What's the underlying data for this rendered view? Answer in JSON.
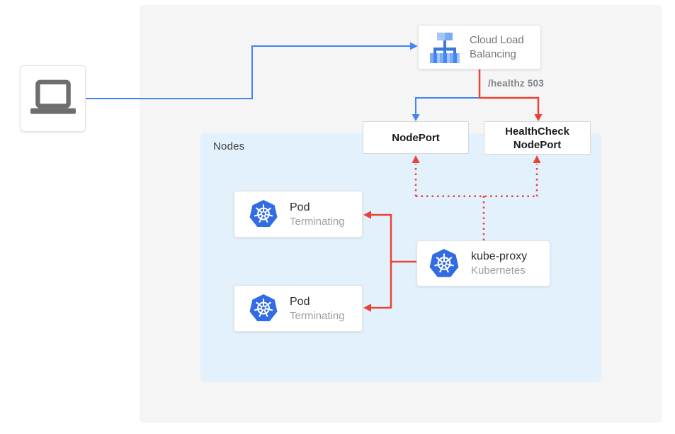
{
  "diagram": {
    "nodes_region_label": "Nodes",
    "healthz_label": "/healthz 503"
  },
  "client": {
    "icon": "laptop-icon"
  },
  "cloud_load_balancing": {
    "label": "Cloud Load Balancing",
    "icon": "load-balancer-icon"
  },
  "nodeport": {
    "label": "NodePort"
  },
  "healthcheck_nodeport": {
    "label": "HealthCheck NodePort"
  },
  "pods": [
    {
      "title": "Pod",
      "status": "Terminating",
      "icon": "kubernetes-icon"
    },
    {
      "title": "Pod",
      "status": "Terminating",
      "icon": "kubernetes-icon"
    }
  ],
  "kube_proxy": {
    "title": "kube-proxy",
    "subtitle": "Kubernetes",
    "icon": "kubernetes-icon"
  },
  "colors": {
    "traffic_blue": "#4285f4",
    "healthcheck_red": "#ea4335",
    "kubernetes_blue": "#326ce5",
    "panel_bg": "#f5f5f5",
    "nodes_bg": "#e3f1fc",
    "icon_gray": "#6e6e6e"
  }
}
